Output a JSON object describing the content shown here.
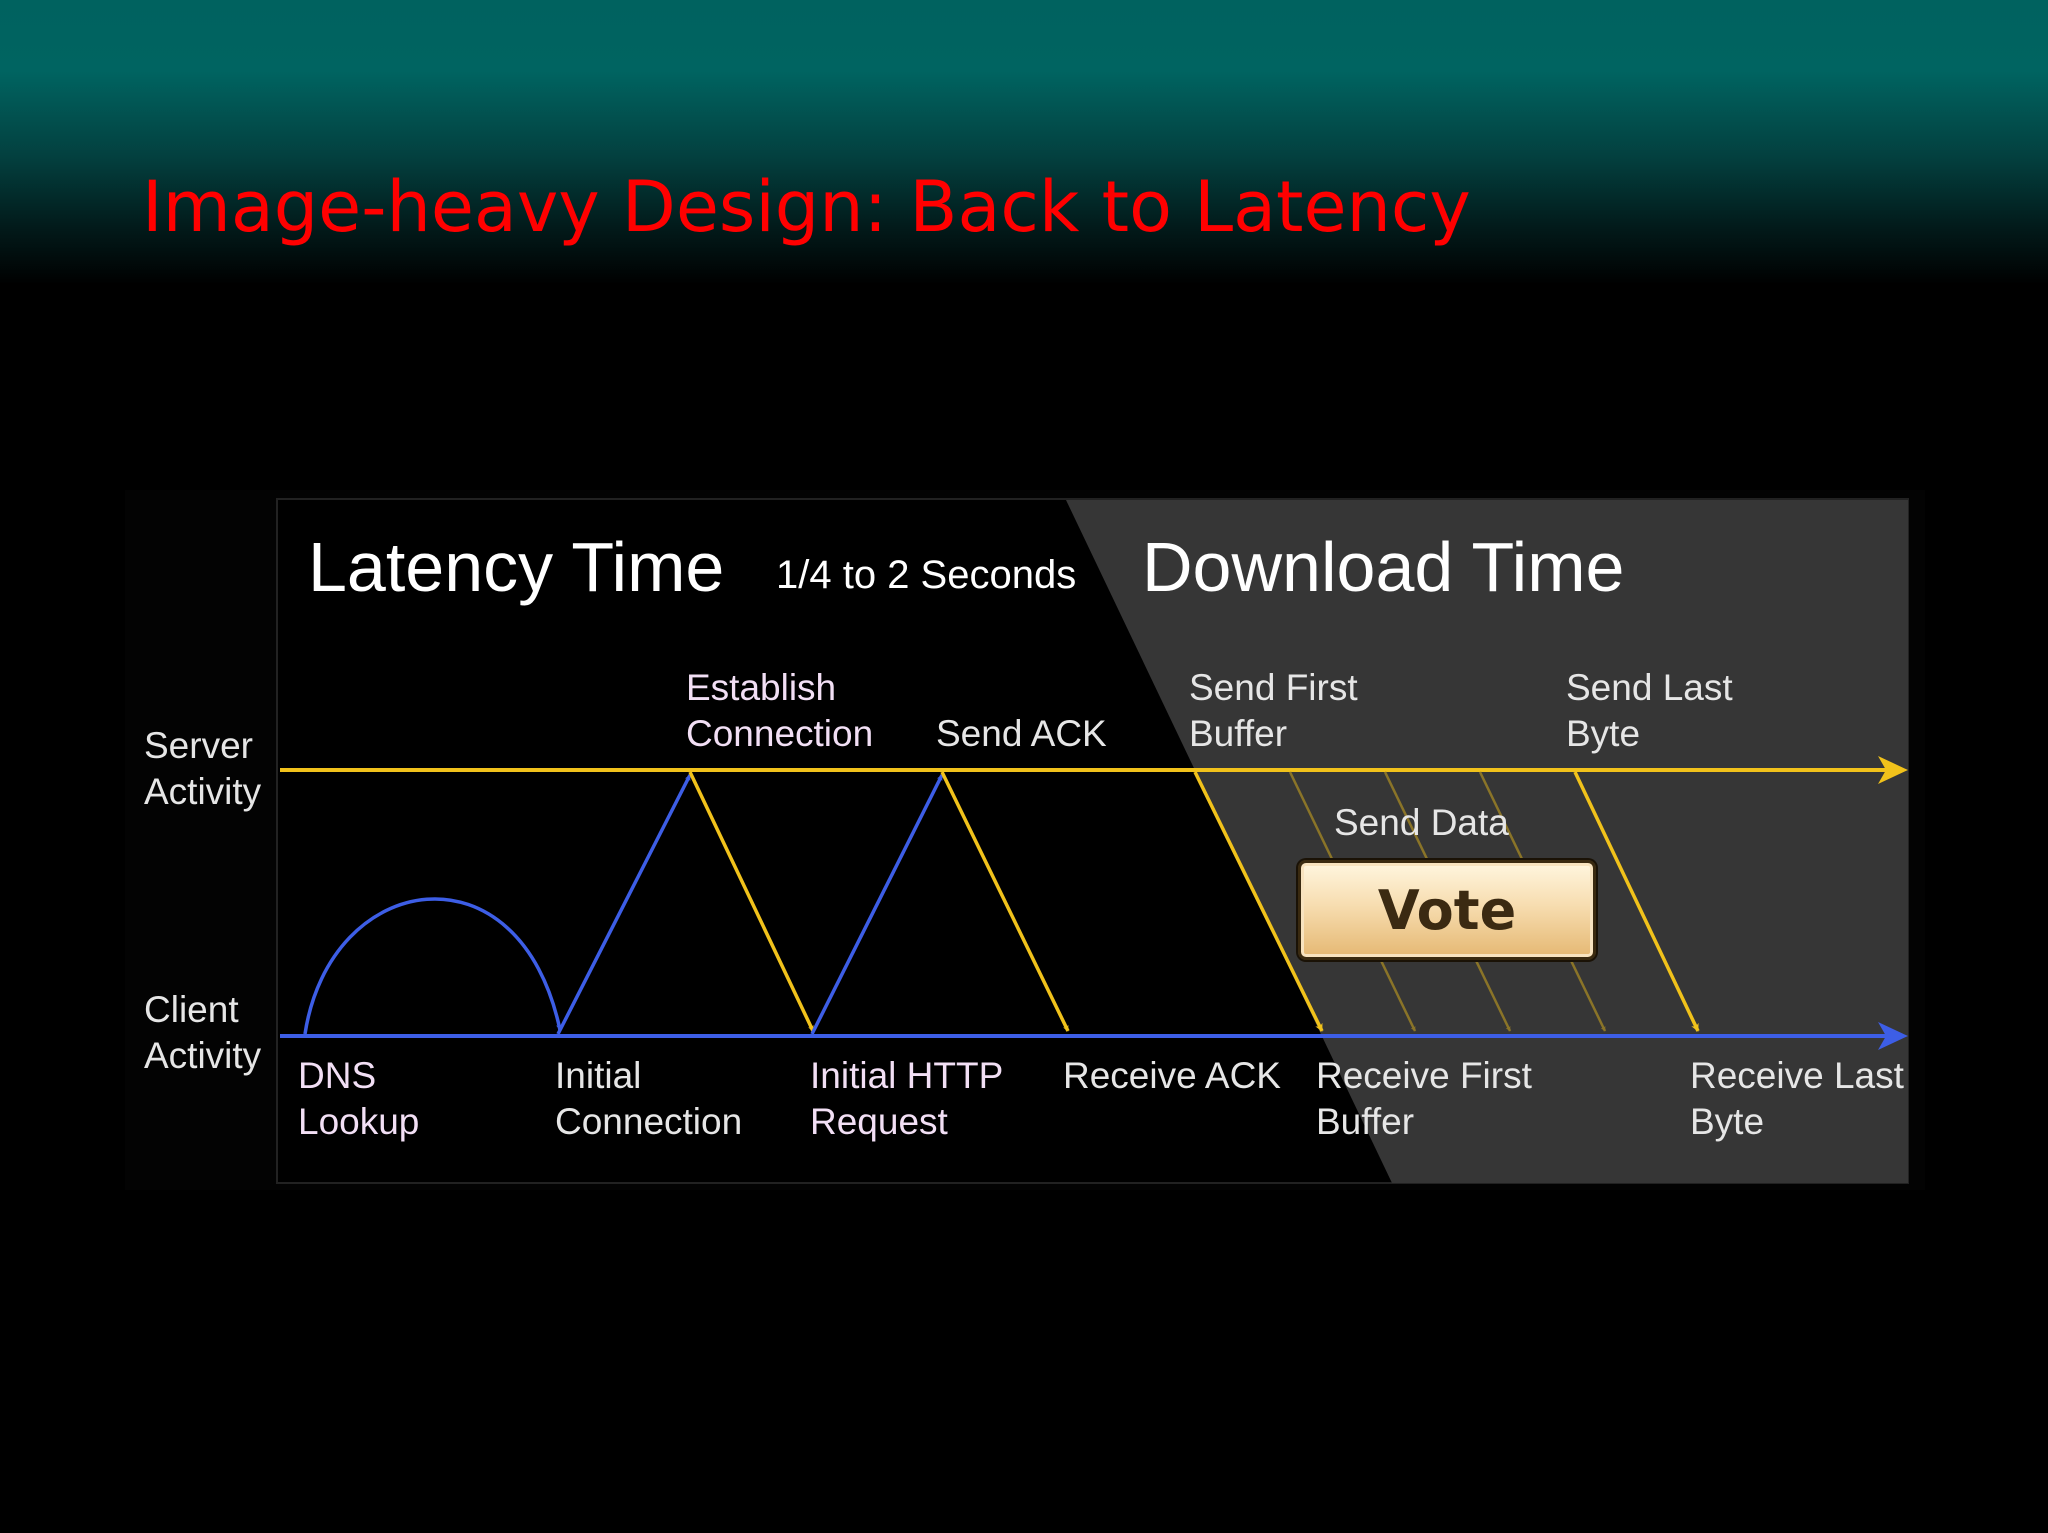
{
  "slide": {
    "title": "Image-heavy Design: Back to Latency"
  },
  "diagram": {
    "latency_heading": "Latency Time",
    "latency_duration": "1/4 to 2 Seconds",
    "download_heading": "Download Time",
    "server_row_label": [
      "Server",
      "Activity"
    ],
    "client_row_label": [
      "Client",
      "Activity"
    ],
    "server_events": {
      "establish_connection": [
        "Establish",
        "Connection"
      ],
      "send_ack": "Send ACK",
      "send_first_buffer": [
        "Send First",
        "Buffer"
      ],
      "send_last_byte": [
        "Send Last",
        "Byte"
      ]
    },
    "send_data": "Send Data",
    "client_events": {
      "dns_lookup": [
        "DNS",
        "Lookup"
      ],
      "initial_connection": [
        "Initial",
        "Connection"
      ],
      "initial_http_request": [
        "Initial HTTP",
        "Request"
      ],
      "receive_ack": "Receive ACK",
      "receive_first_buffer": [
        "Receive First",
        "Buffer"
      ],
      "receive_last_byte": [
        "Receive Last",
        "Byte"
      ]
    },
    "vote_button": "Vote",
    "colors": {
      "server_line": "#f1c21b",
      "client_line": "#3d5ee6",
      "download_panel": "#363636",
      "title_red": "#ff0000"
    }
  }
}
